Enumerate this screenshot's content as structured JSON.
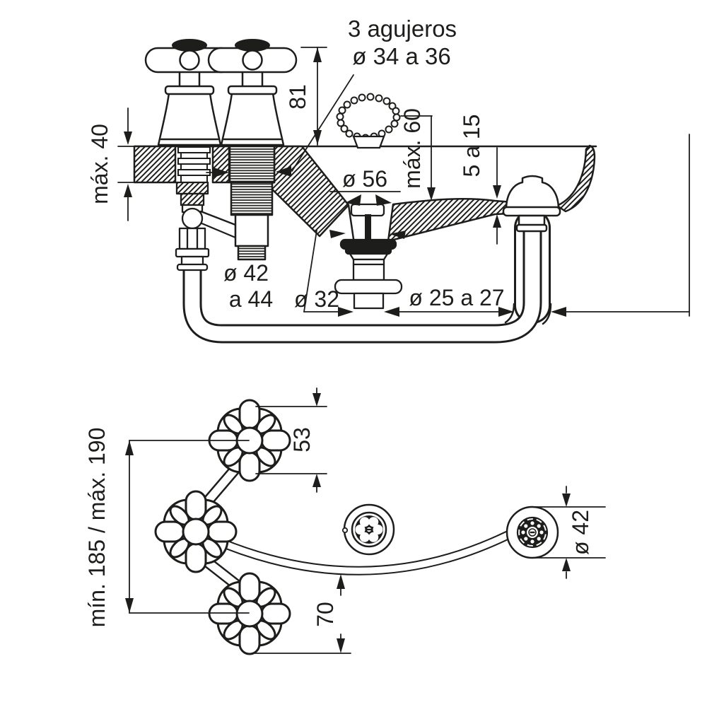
{
  "drawing": {
    "type": "faucet installation technical drawing",
    "ink_color": "#1d1d1b",
    "background": "#ffffff",
    "side_view": {
      "holes_note_line1": "3 agujeros",
      "holes_note_line2": "ø 34 a 36",
      "deck_thickness": "máx. 40",
      "handle_height": "81",
      "plug_depth": "máx. 60",
      "rim_thickness": "5 a 15",
      "waste_top_diameter": "ø 56",
      "valve_body_diameter_line1": "ø 42",
      "valve_body_diameter_line2": "a 44",
      "waste_tail_diameter": "ø 32",
      "hose_tail_diameter": "ø 25 a 27"
    },
    "plan_view": {
      "handle_offset": "53",
      "centers_span": "mín. 185 / máx. 190",
      "hose_drop": "70",
      "rosette_diameter": "ø 42"
    }
  }
}
